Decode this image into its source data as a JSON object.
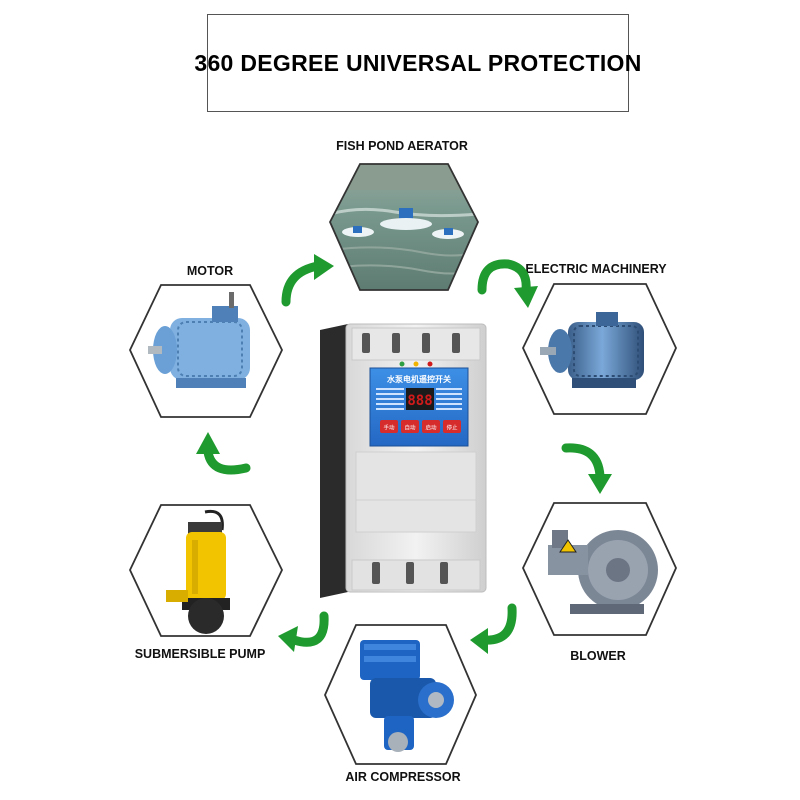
{
  "title": "360 DEGREE UNIVERSAL PROTECTION",
  "labels": {
    "fish_pond": "FISH POND AERATOR",
    "electric": "ELECTRIC MACHINERY",
    "motor": "MOTOR",
    "blower": "BLOWER",
    "pump": "SUBMERSIBLE PUMP",
    "compressor": "AIR COMPRESSOR"
  },
  "device": {
    "panel_text": "水泵电机遥控开关",
    "display": "888",
    "buttons": [
      "手动",
      "自动",
      "启动",
      "停止"
    ]
  },
  "colors": {
    "arrow": "#1e9a2e",
    "device_panel": "#2f7fd8",
    "display": "#d11a1a",
    "hex_border": "#333333",
    "water": "#6f8f86",
    "motor_blue": "#5a8ec4",
    "pump_yellow": "#f2c400",
    "compressor_blue": "#1e64c2"
  }
}
